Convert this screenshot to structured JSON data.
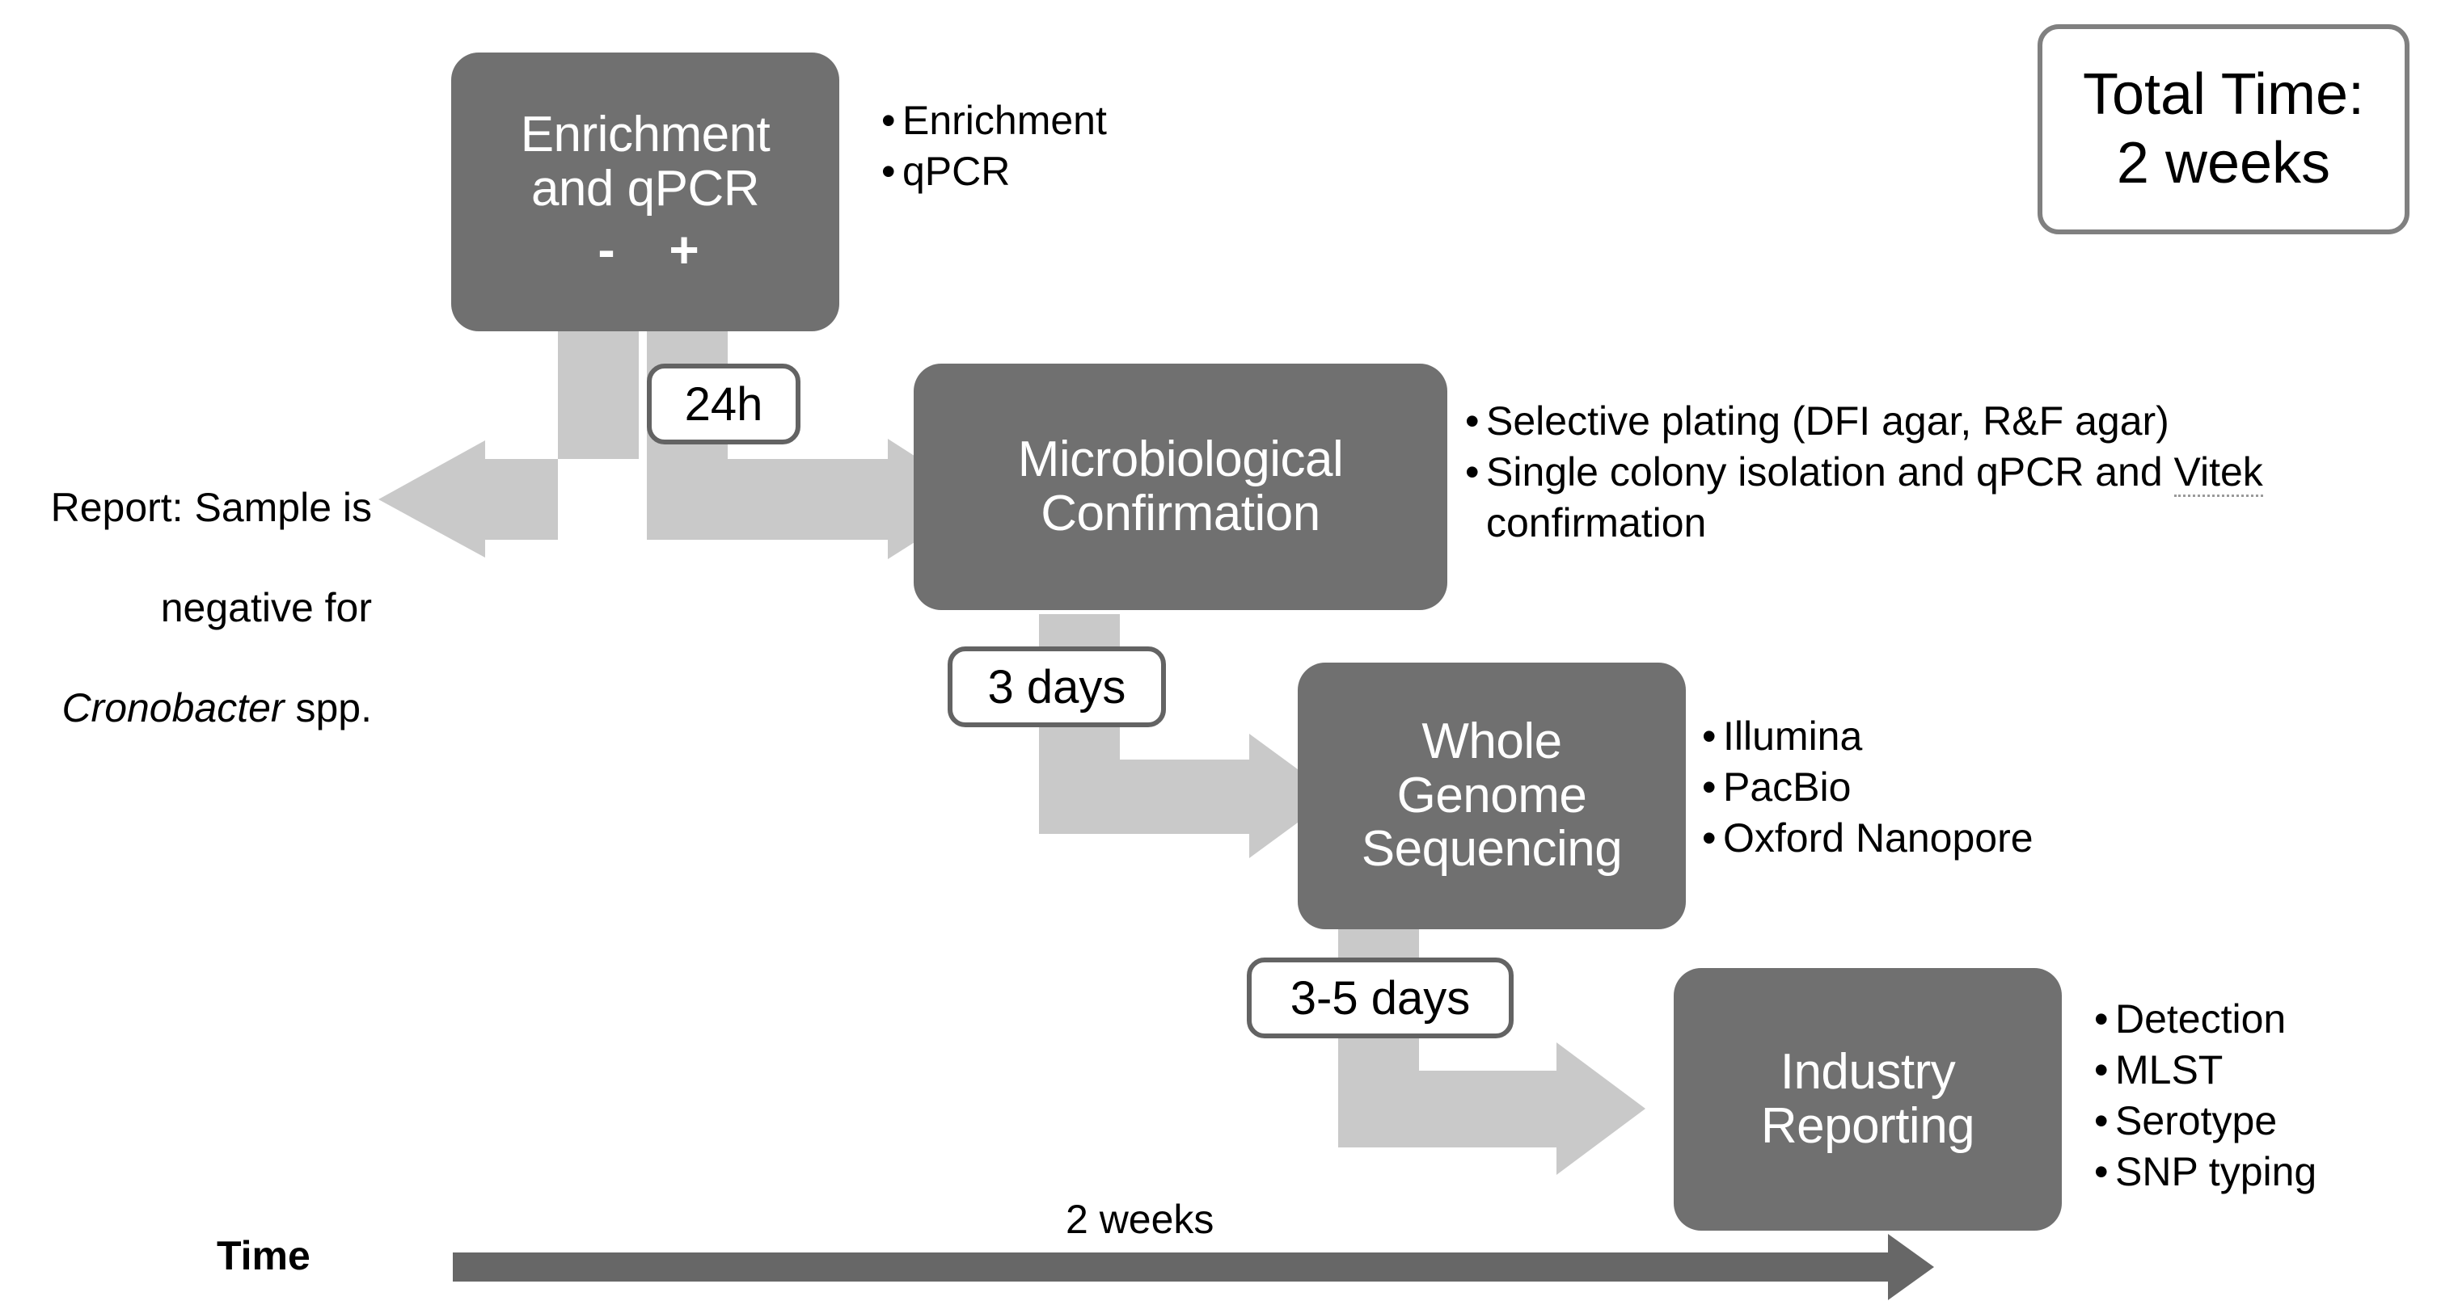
{
  "diagram": {
    "total_time_box": {
      "label": "Total Time:\n2 weeks"
    },
    "nodes": [
      {
        "id": "enrichment",
        "title": "Enrichment\nand qPCR",
        "minus": "-",
        "plus": "+"
      },
      {
        "id": "micro-confirmation",
        "title": "Microbiological\nConfirmation"
      },
      {
        "id": "wgs",
        "title": "Whole\nGenome\nSequencing"
      },
      {
        "id": "industry-reporting",
        "title": "Industry\nReporting"
      }
    ],
    "bullet_groups": {
      "enrichment": [
        "Enrichment",
        "qPCR"
      ],
      "micro_confirmation": [
        "Selective plating (DFI agar, R&F agar)",
        "Single colony isolation and qPCR and Vitek confirmation"
      ],
      "wgs": [
        "Illumina",
        "PacBio",
        "Oxford Nanopore"
      ],
      "industry_reporting": [
        "Detection",
        "MLST",
        "Serotype",
        "SNP typing"
      ]
    },
    "micro_bullet2": {
      "before": "Single colony isolation and qPCR and ",
      "flagged": "Vitek",
      "after": "confirmation"
    },
    "time_chips": [
      {
        "id": "chip-24h",
        "label": "24h"
      },
      {
        "id": "chip-3days",
        "label": "3 days"
      },
      {
        "id": "chip-3-5days",
        "label": "3-5 days"
      }
    ],
    "negative_report": {
      "line1": "Report: Sample is",
      "line2": "negative for",
      "species": "Cronobacter",
      "suffix": " spp."
    },
    "timeline": {
      "axis_label": "Time",
      "duration_caption": "2 weeks"
    },
    "colors": {
      "node_fill": "#707070",
      "arrow_fill": "#c9c9c9",
      "chip_border": "#636363",
      "total_border": "#808080",
      "axis_arrow": "#676767",
      "text": "#000000",
      "node_text": "#ffffff"
    }
  }
}
